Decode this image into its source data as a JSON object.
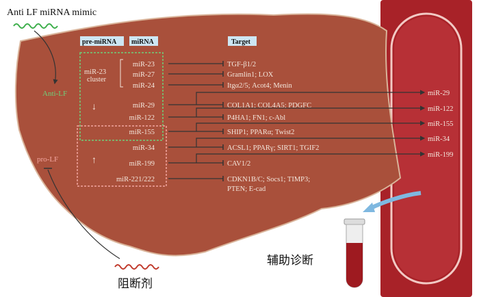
{
  "title": "Anti LF miRNA mimic",
  "anti_label": "Anti-LF",
  "pro_label": "pro-LF",
  "headers": {
    "pre": "pre-miRNA",
    "mirna": "miRNA",
    "target": "Target"
  },
  "cluster": {
    "line1": "miR-23",
    "line2": "cluster"
  },
  "down_arrow": "↓",
  "up_arrow": "↑",
  "rows": [
    {
      "mirna": "miR-23",
      "target": "TGF-β1/2"
    },
    {
      "mirna": "miR-27",
      "target": "Gramlin1; LOX"
    },
    {
      "mirna": "miR-24",
      "target": "Itgα2/5; Acot4; Menin"
    },
    {
      "mirna": "miR-29",
      "target": "COL1A1; COL4A5; PDGFC"
    },
    {
      "mirna": "miR-122",
      "target": "P4HA1; FN1; c-Abl"
    },
    {
      "mirna": "miR-155",
      "target": "SHIP1; PPARα; Twist2"
    },
    {
      "mirna": "miR-34",
      "target": "ACSL1; PPARγ; SIRT1; TGIF2"
    },
    {
      "mirna": "miR-199",
      "target": "CAV1/2"
    },
    {
      "mirna": "miR-221/222",
      "target": "CDKN1B/C; Socs1; TIMP3;",
      "target2": "PTEN; E-cad"
    }
  ],
  "blood": [
    "miR-29",
    "miR-122",
    "miR-155",
    "miR-34",
    "miR-199"
  ],
  "diagnosis": "辅助诊断",
  "blocker": "阻断剂",
  "colors": {
    "liver": "#a9503b",
    "vessel": "#b3262c",
    "green": "#5fc26a",
    "pink": "#f0a0a0"
  }
}
